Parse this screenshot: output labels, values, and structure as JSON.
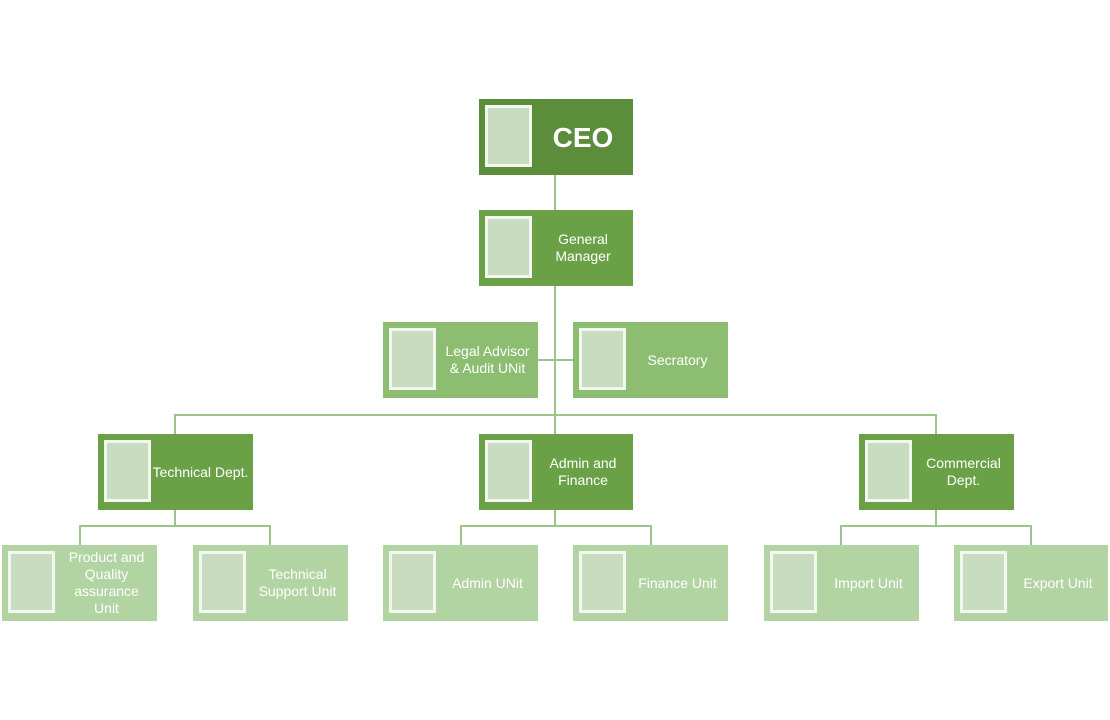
{
  "org_chart": {
    "ceo": "CEO",
    "general_manager": "General Manager",
    "legal": "Legal Advisor & Audit UNit",
    "secretary": "Secratory",
    "departments": [
      {
        "name": "Technical Dept.",
        "units": [
          "Product and Quality assurance Unit",
          "Technical Support Unit"
        ]
      },
      {
        "name": "Admin and Finance",
        "units": [
          "Admin UNit",
          "Finance Unit"
        ]
      },
      {
        "name": "Commercial Dept.",
        "units": [
          "Import Unit",
          "Export Unit"
        ]
      }
    ]
  },
  "colors": {
    "ceo": "#5b8d3a",
    "manager": "#6aa147",
    "staff": "#8cbd70",
    "department": "#6aa147",
    "unit": "#b2d3a2",
    "connector": "#9dc48c"
  }
}
